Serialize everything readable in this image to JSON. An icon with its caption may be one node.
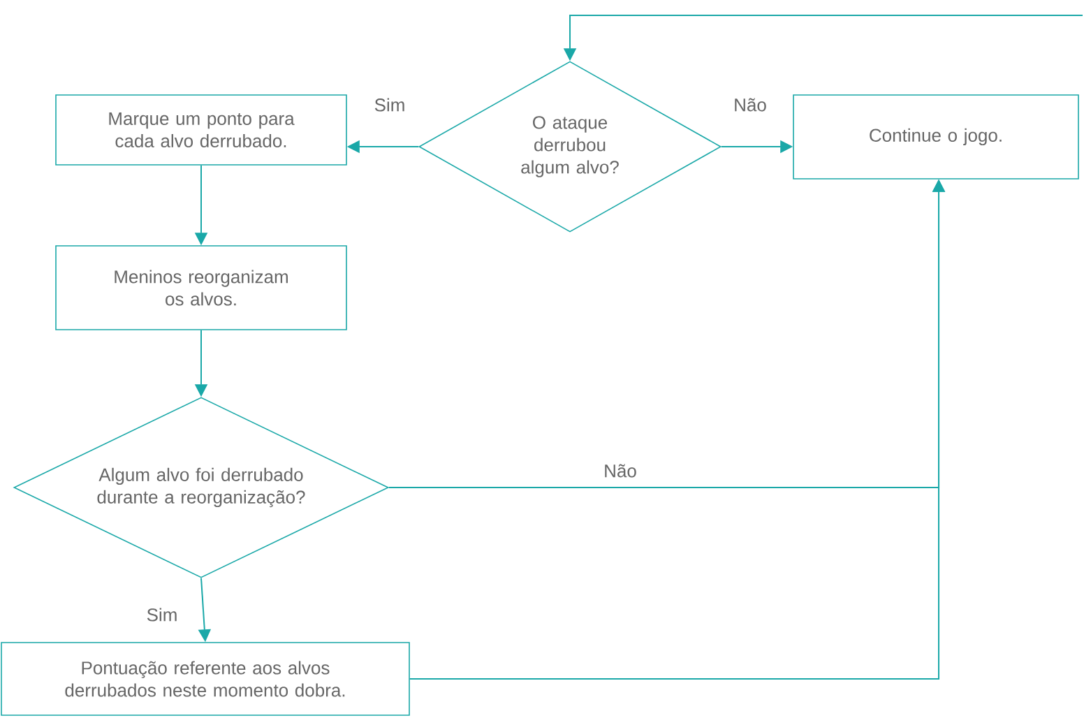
{
  "diagram": {
    "nodes": [
      {
        "text": [
          "O ataque derrubou algum alvo?"
        ]
      },
      {
        "text": [
          "Marque um ponto para cada alvo derrubado."
        ]
      },
      {
        "text": [
          "Continue o jogo."
        ]
      },
      {
        "text": [
          "Meninos reorganizam os alvos."
        ]
      },
      {
        "text": [
          "Algum alvo foi derrubado durante a reorganização?"
        ]
      },
      {
        "text": [
          "Pontuação referente aos alvos derrubados neste momento dobra."
        ]
      }
    ],
    "edges": [
      {
        "from": 0,
        "to": 1,
        "arrow": "to",
        "label": "Sim"
      },
      {
        "from": 0,
        "to": 2,
        "arrow": "to",
        "label": "Não"
      },
      {
        "from": 1,
        "to": 3,
        "arrow": "to"
      },
      {
        "from": 3,
        "to": 4,
        "arrow": "to"
      },
      {
        "from": 4,
        "to": 5,
        "arrow": "to",
        "label": "Sim"
      },
      {
        "from": 4,
        "to": 2,
        "arrow": "to",
        "label": "Não"
      },
      {
        "from": 5,
        "to": 2,
        "arrow": "to"
      },
      {
        "from": null,
        "to": 0,
        "arrow": "to"
      }
    ]
  }
}
